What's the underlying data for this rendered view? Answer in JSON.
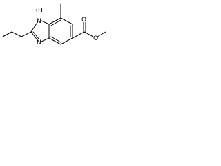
{
  "molecule": {
    "atoms": {
      "nh": {
        "main": "H",
        "prefix": "1",
        "n": "N"
      },
      "n_ring": "N",
      "o_carbonyl": "O",
      "o_ester": "O"
    }
  },
  "colors": {
    "background": "#ffffff",
    "ink": "#000000"
  }
}
